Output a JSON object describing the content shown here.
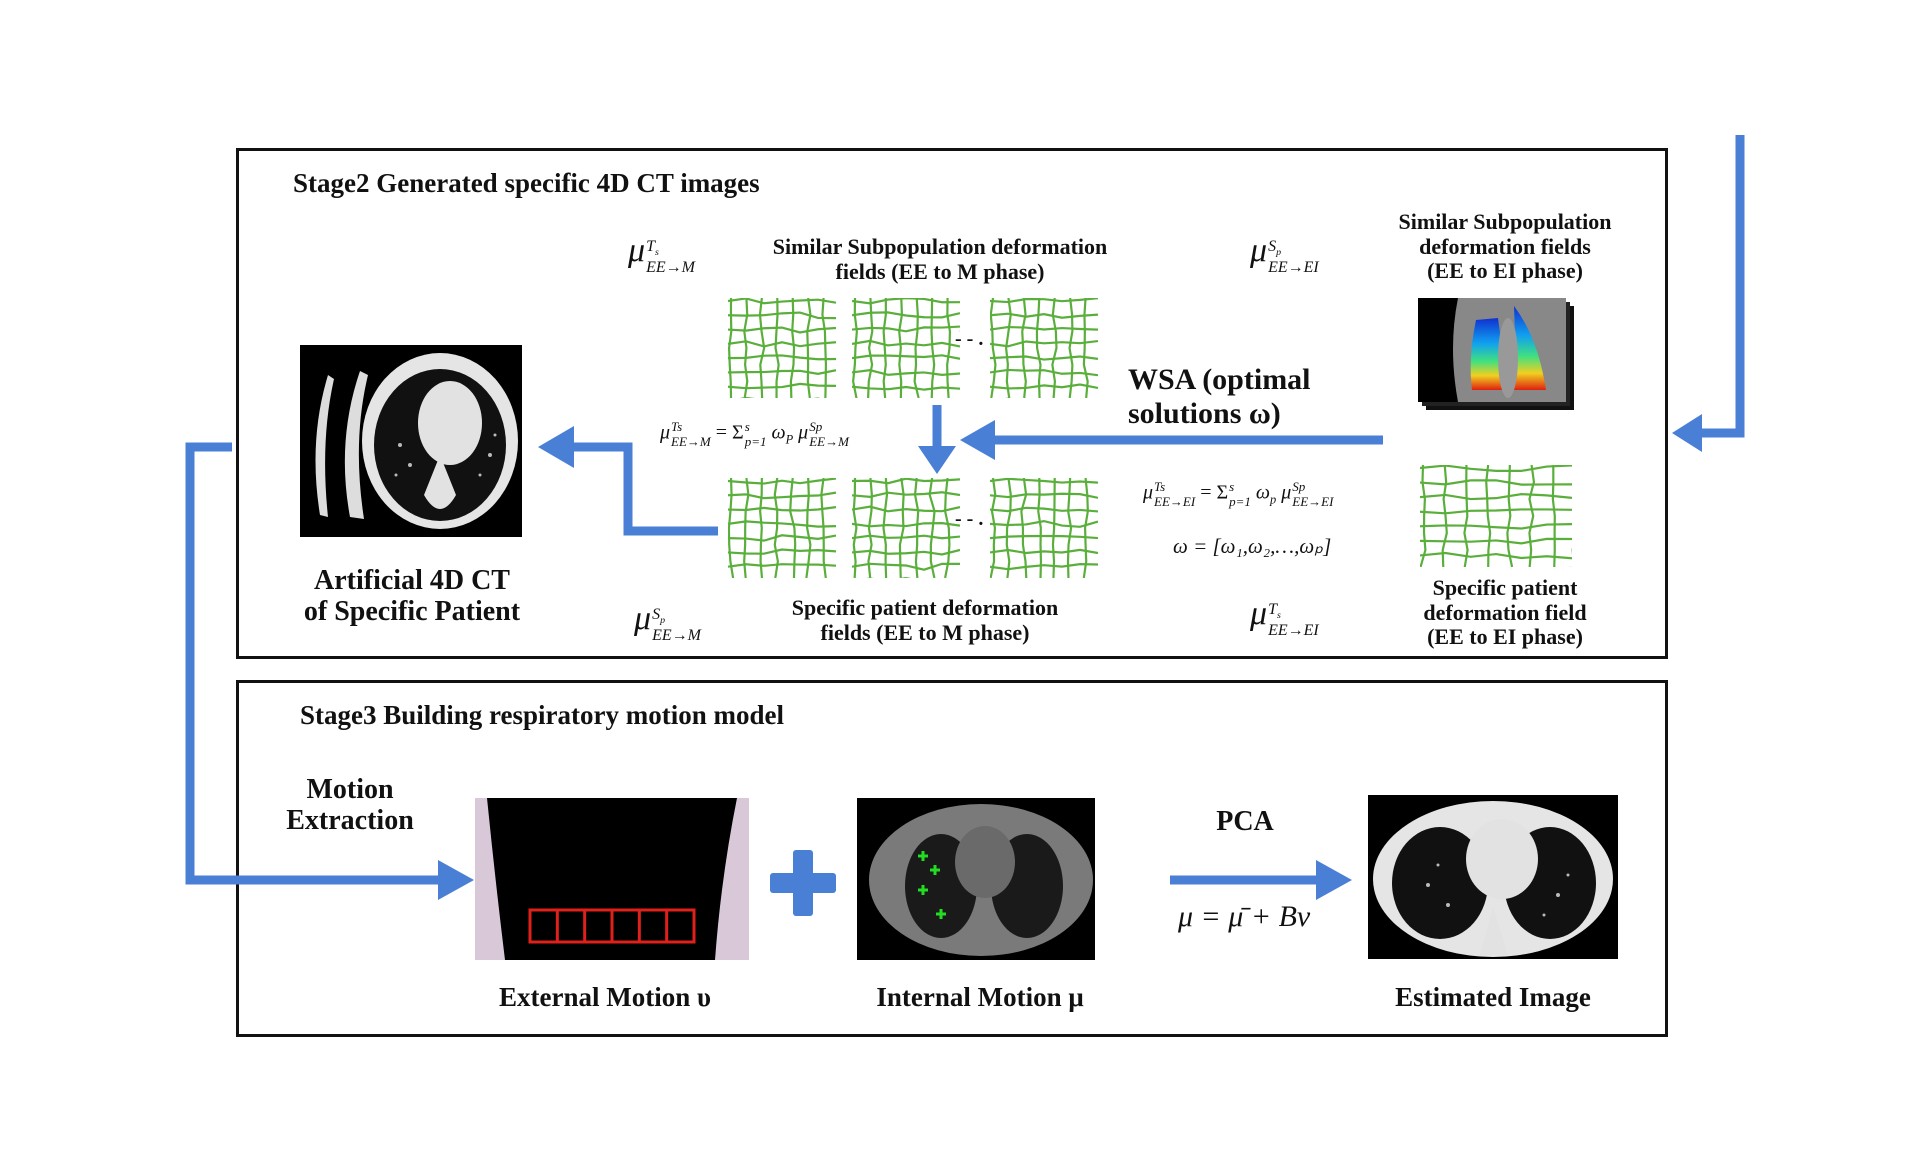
{
  "colors": {
    "arrow": "#4a7fd6",
    "grid": "#5aaf3c",
    "border": "#111111",
    "marker_green": "#22dd22",
    "marker_red": "#e0201a"
  },
  "stage2": {
    "title": "Stage2 Generated specific 4D CT images",
    "artificial_ct_label": [
      "Artificial 4D CT",
      "of  Specific Patient"
    ],
    "similar_m_label": [
      "Similar Subpopulation deformation",
      "fields (EE to M phase)"
    ],
    "similar_m_symbol": {
      "base": "μ",
      "sup": "T",
      "sup_sub": "s",
      "sub": "EE→M"
    },
    "specific_m_label": [
      "Specific patient deformation",
      "fields (EE to M phase)"
    ],
    "specific_m_symbol": {
      "base": "μ",
      "sup": "S",
      "sup_sub": "p",
      "sub": "EE→M"
    },
    "formula_m": {
      "lhs": "μ",
      "lhs_sup": "Ts",
      "lhs_sub": "EE→M",
      "rhs": "= Σ",
      "sum_sup": "s",
      "sum_sub": "p=1",
      "weight": "ω",
      "weight_sub": "P",
      "rhs_mu": "μ",
      "rhs_sup": "Sp",
      "rhs_sub": "EE→M"
    },
    "wsa_label": [
      "WSA (optimal",
      "solutions ω)"
    ],
    "similar_ei_label": [
      "Similar Subpopulation",
      "deformation fields",
      "(EE to EI phase)"
    ],
    "similar_ei_symbol": {
      "base": "μ",
      "sup": "S",
      "sup_sub": "p",
      "sub": "EE→EI"
    },
    "formula_ei": {
      "lhs": "μ",
      "lhs_sup": "Ts",
      "lhs_sub": "EE→EI",
      "rhs": "= Σ",
      "sum_sup": "s",
      "sum_sub": "p=1",
      "weight": "ω",
      "weight_sub": "p",
      "rhs_mu": "μ",
      "rhs_sup": "Sp",
      "rhs_sub": "EE→EI"
    },
    "omega_def": "ω = [ω₁,ω₂,…,ωₚ]",
    "specific_ei_label": [
      "Specific patient",
      "deformation field",
      "(EE to EI phase)"
    ],
    "specific_ei_symbol": {
      "base": "μ",
      "sup": "T",
      "sup_sub": "s",
      "sub": "EE→EI"
    },
    "ellipsis": "- - ."
  },
  "stage3": {
    "title": "Stage3 Building respiratory motion model",
    "motion_extraction_label": [
      "Motion",
      "Extraction"
    ],
    "external_motion_label": "External  Motion υ",
    "internal_motion_label": "Internal  Motion μ",
    "pca_label": "PCA",
    "pca_formula": "μ = μ̄ + Bν",
    "estimated_image_label": "Estimated Image",
    "external_marker_cells": 6,
    "internal_marker_count": 4
  }
}
